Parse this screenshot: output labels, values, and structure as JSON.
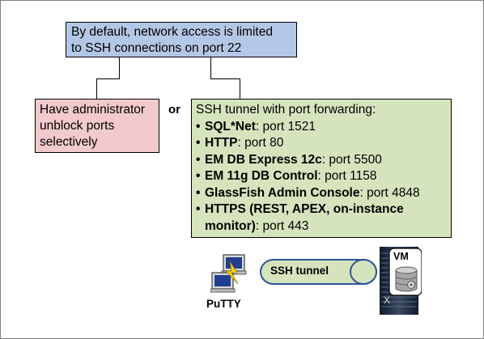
{
  "top_box": {
    "line1": "By default, network access is limited",
    "line2": "to SSH connections on port 22"
  },
  "left_box": {
    "line1": "Have administrator",
    "line2": "unblock ports",
    "line3": "selectively"
  },
  "or_label": "or",
  "right_box": {
    "heading": "SSH tunnel with port forwarding:",
    "items": [
      {
        "name": "SQL*Net",
        "port": ":  port 1521"
      },
      {
        "name": "HTTP",
        "port": ":  port 80"
      },
      {
        "name": "EM DB Express 12c",
        "port": ":  port 5500"
      },
      {
        "name": "EM 11g DB Control",
        "port": ":  port 1158"
      },
      {
        "name": "GlassFish Admin Console",
        "port": ":  port 4848"
      },
      {
        "name": "HTTPS  (REST, APEX, on-instance",
        "name2": "monitor)",
        "port": ": port 443"
      }
    ]
  },
  "putty_label": "PuTTY",
  "tunnel_label": "SSH tunnel",
  "vm_label": "VM",
  "icons": [
    "putty-icon",
    "server-tower-icon",
    "database-icon"
  ],
  "colors": {
    "top_box": "#b3c7e6",
    "left_box": "#f2c9cc",
    "right_box": "#d6e4bd",
    "tunnel": "#d6e4bd",
    "tunnel_border": "#2e5597"
  }
}
